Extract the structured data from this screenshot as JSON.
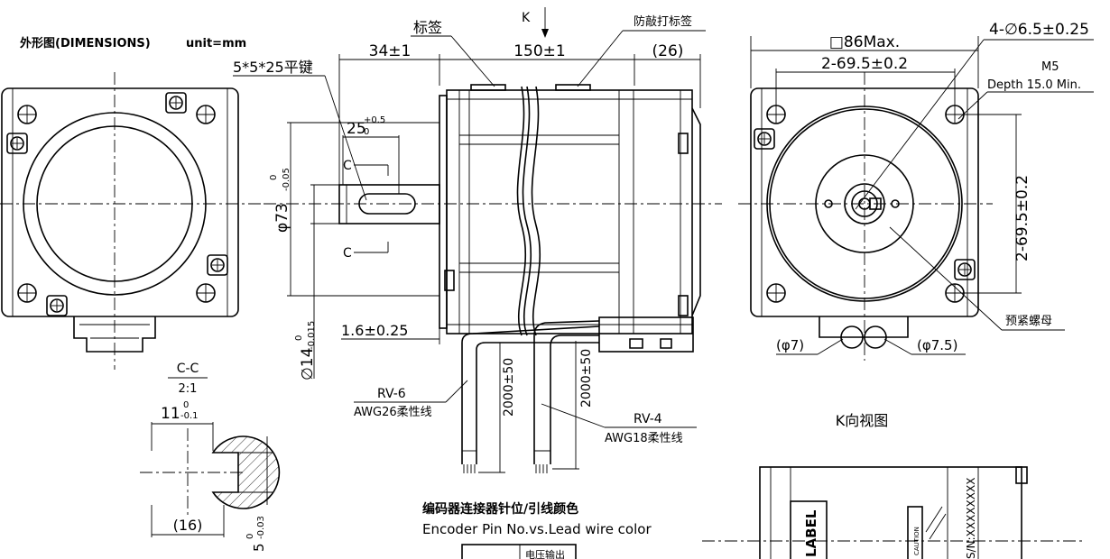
{
  "header": {
    "title": "外形图(DIMENSIONS)",
    "unit": "unit=mm"
  },
  "side_view": {
    "key": "5*5*25平键",
    "shaft_ext": "34±1",
    "body_len": "150±1",
    "rear": "(26)",
    "label_tag": "标签",
    "anti_tamper": "防敲打标签",
    "k_arrow": "K",
    "keyway": "25",
    "keyway_tol_up": "+0.5",
    "keyway_tol_dn": "0",
    "pilot_dia": "φ73",
    "pilot_tol_up": "0",
    "pilot_tol_dn": "-0.05",
    "shaft_dia": "∅14",
    "shaft_tol_up": "0",
    "shaft_tol_dn": "-0.015",
    "pilot_depth": "1.6±0.25",
    "section_c1": "C",
    "section_c2": "C",
    "cable1_len": "2000±50",
    "cable2_len": "2000±50",
    "cable1_name": "RV-6",
    "cable1_spec": "AWG26柔性线",
    "cable2_name": "RV-4",
    "cable2_spec": "AWG18柔性线"
  },
  "end_view": {
    "square": "□86Max.",
    "holes": "4-∅6.5±0.25",
    "pitch_h": "2-69.5±0.2",
    "pitch_v": "2-69.5±0.2",
    "thread": "M5",
    "depth": "Depth 15.0 Min.",
    "nut": "预紧螺母",
    "gland1": "(φ7)",
    "gland2": "(φ7.5)"
  },
  "section": {
    "title": "C-C",
    "scale": "2:1",
    "flat": "11",
    "flat_tol_up": "0",
    "flat_tol_dn": "-0.1",
    "dia": "(16)",
    "key_w": "5",
    "key_tol_up": "0",
    "key_tol_dn": "-0.03"
  },
  "pin_table": {
    "title_cn": "编码器连接器针位/引线颜色",
    "title_en": "Encoder Pin No.vs.Lead wire color",
    "header_cell": "电压输出"
  },
  "k_view": {
    "title": "K向视图",
    "label": "LABEL",
    "caution": "CAUTION",
    "serial": "S/N:XXXXXXXX"
  }
}
